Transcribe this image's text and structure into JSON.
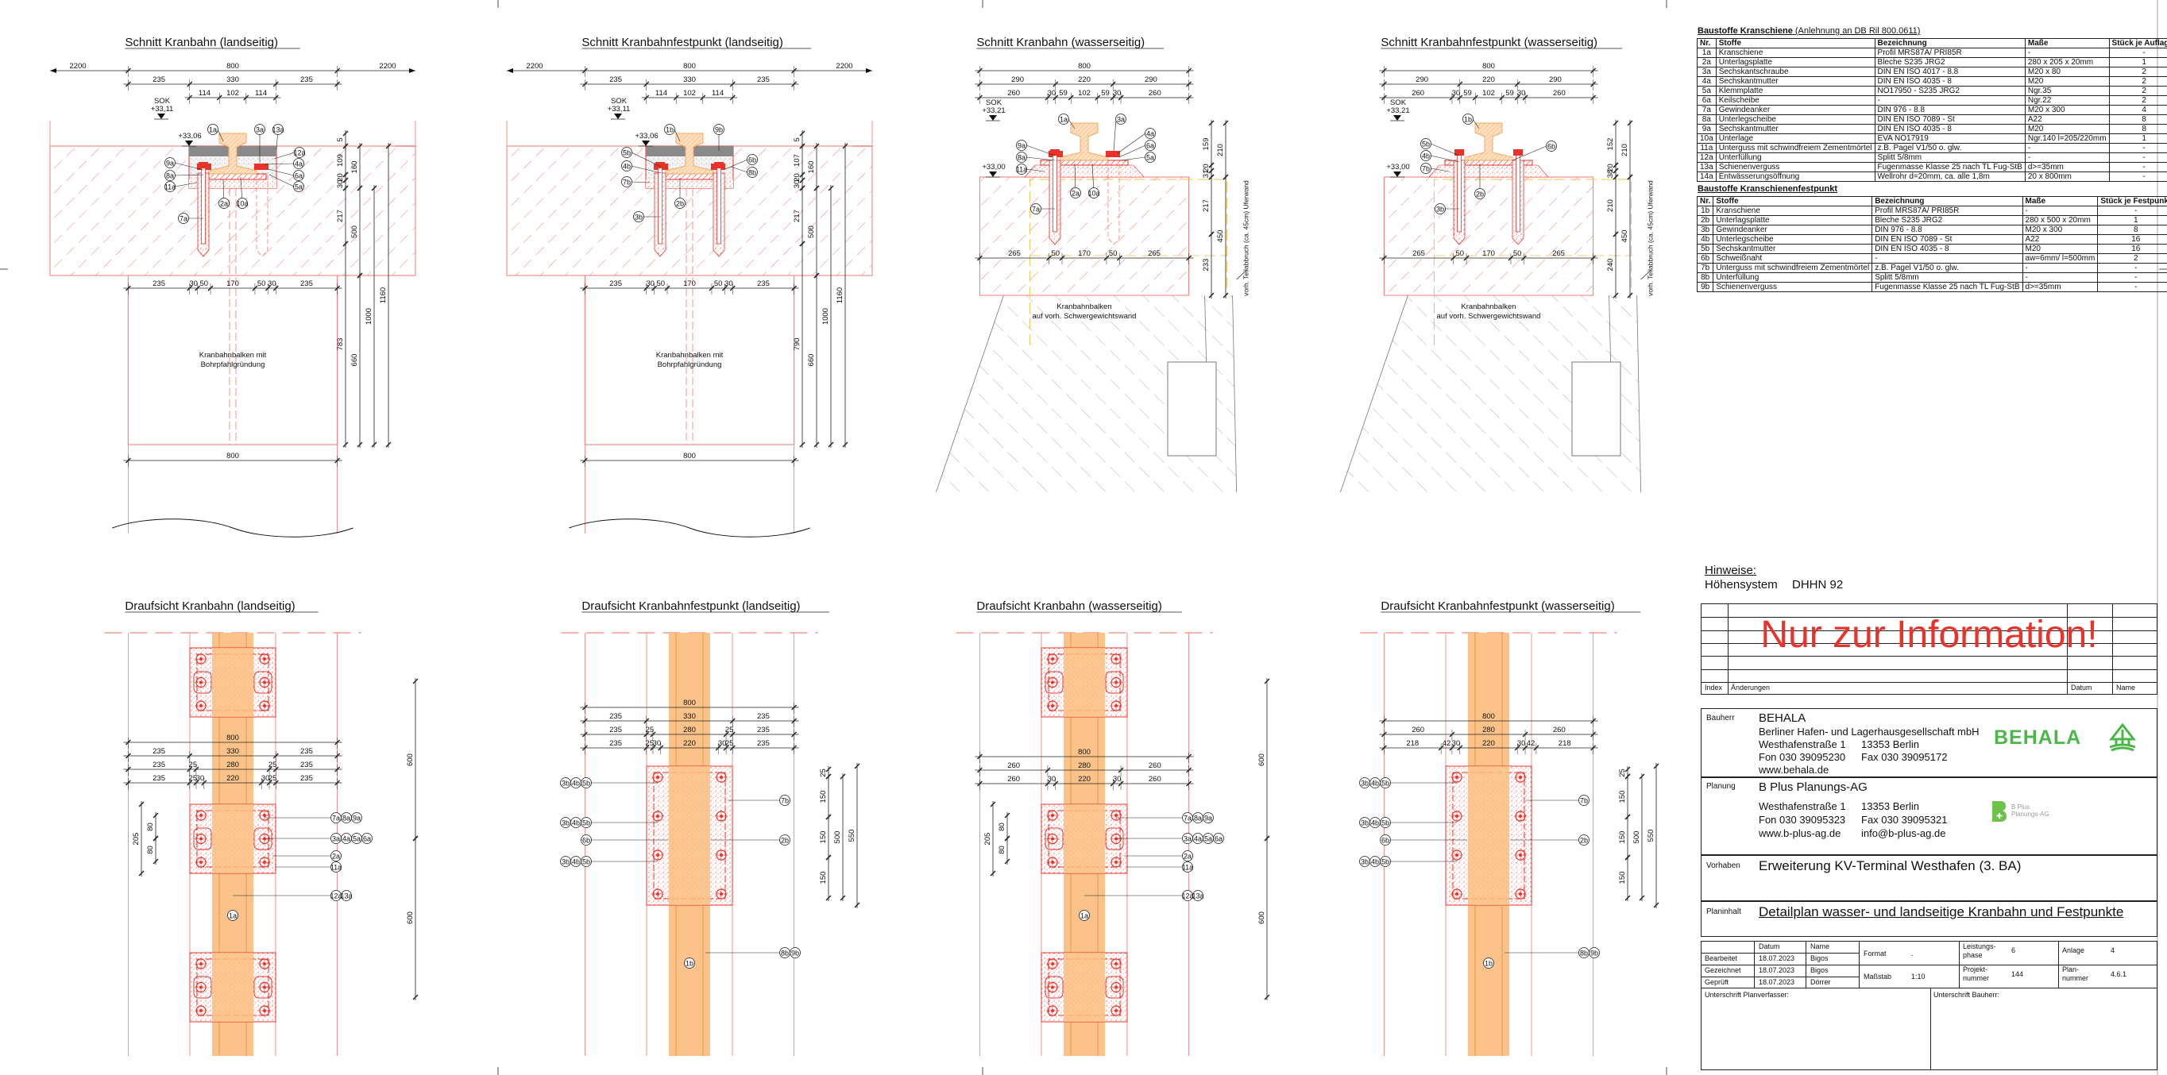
{
  "colors": {
    "red": "#e8322a",
    "rail": "#fbbd7c",
    "green": "#4cb749",
    "line": "#222222",
    "yellow": "#f2c14e"
  },
  "sections": [
    {
      "title": "Schnitt Kranbahn (landseitig)",
      "kind": "land",
      "anchors": "one-dashed",
      "outer_dim": "2200",
      "rows": [
        {
          "offset": 0,
          "segs": [
            800
          ]
        },
        {
          "offset": 0,
          "segs": [
            235,
            330,
            235
          ]
        },
        {
          "offset": 235,
          "segs": [
            114,
            102,
            114
          ]
        }
      ],
      "bottom_row": [
        235,
        30,
        50,
        170,
        50,
        30,
        235
      ],
      "base_dim": "800",
      "sok": [
        "SOK",
        "+33,11"
      ],
      "top_elev": "+33,06",
      "beam_label": [
        "Kranbahnbalken mit",
        "Bohrpfahlgründung"
      ],
      "callouts": [
        "1a",
        "3a",
        "13a",
        "12a",
        "4a",
        "6a",
        "5a",
        "9a",
        "8a",
        "11a",
        "2a",
        "10a",
        "7a"
      ],
      "vdims": [
        "5",
        "109",
        "20",
        "30",
        "217",
        "160",
        "500",
        "783",
        "1000",
        "1160",
        "660"
      ]
    },
    {
      "title": "Schnitt Kranbahnfestpunkt (landseitig)",
      "kind": "land",
      "anchors": "both",
      "outer_dim": "2200",
      "rows": [
        {
          "offset": 0,
          "segs": [
            800
          ]
        },
        {
          "offset": 0,
          "segs": [
            235,
            330,
            235
          ]
        },
        {
          "offset": 235,
          "segs": [
            114,
            102,
            114
          ]
        }
      ],
      "bottom_row": [
        235,
        30,
        50,
        170,
        50,
        30,
        235
      ],
      "base_dim": "800",
      "sok": [
        "SOK",
        "+33,11"
      ],
      "top_elev": "+33,06",
      "beam_label": [
        "Kranbahnbalken mit",
        "Bohrpfahlgründung"
      ],
      "callouts": [
        "1b",
        "9b",
        "6b",
        "8b",
        "5b",
        "4b",
        "7b",
        "2b",
        "3b"
      ],
      "vdims": [
        "5",
        "107",
        "20",
        "30",
        "217",
        "160",
        "500",
        "790",
        "1000",
        "1160",
        "660"
      ]
    },
    {
      "title": "Schnitt Kranbahn (wasserseitig)",
      "kind": "water",
      "anchors": "one-dashed",
      "rows": [
        {
          "offset": 0,
          "segs": [
            800
          ]
        },
        {
          "offset": 0,
          "segs": [
            290,
            220,
            290
          ]
        },
        {
          "offset": 0,
          "segs": [
            260,
            30,
            59,
            102,
            59,
            30,
            260
          ]
        }
      ],
      "bottom_row": [
        265,
        50,
        170,
        50,
        265
      ],
      "sok": [
        "SOK",
        "+33,21"
      ],
      "top_elev": "+33,00",
      "beam_label": [
        "Kranbahnbalken",
        "auf vorh. Schwergewichtswand"
      ],
      "wall_note": "vorh. Teilabbruch (ca. 45cm) Uferwand",
      "callouts": [
        "1a",
        "3a",
        "4a",
        "6a",
        "5a",
        "9a",
        "8a",
        "11a",
        "2a",
        "10a",
        "7a"
      ],
      "vdims": [
        "159",
        "20",
        "31",
        "217",
        "233",
        "210",
        "450"
      ]
    },
    {
      "title": "Schnitt Kranbahnfestpunkt (wasserseitig)",
      "kind": "water",
      "anchors": "both",
      "rows": [
        {
          "offset": 0,
          "segs": [
            800
          ]
        },
        {
          "offset": 0,
          "segs": [
            290,
            220,
            290
          ]
        },
        {
          "offset": 0,
          "segs": [
            260,
            30,
            59,
            102,
            59,
            30,
            260
          ]
        }
      ],
      "bottom_row": [
        265,
        50,
        170,
        50,
        265
      ],
      "sok": [
        "SOK",
        "+33,21"
      ],
      "top_elev": "+33,00",
      "beam_label": [
        "Kranbahnbalken",
        "auf vorh. Schwergewichtswand"
      ],
      "wall_note": "vorh. Teilabbruch (ca. 45cm) Uferwand",
      "callouts": [
        "1b",
        "5b",
        "4b",
        "7b",
        "6b",
        "2b",
        "3b"
      ],
      "vdims": [
        "152",
        "20",
        "38",
        "210",
        "240",
        "210",
        "450"
      ]
    }
  ],
  "plans": [
    {
      "title": "Draufsicht Kranbahn (landseitig)",
      "kind": "support",
      "rows": [
        [
          800
        ],
        [
          235,
          330,
          235
        ],
        [
          235,
          25,
          280,
          25,
          235
        ],
        [
          235,
          25,
          30,
          220,
          30,
          25,
          235
        ]
      ],
      "callouts": [
        [
          "7a",
          "8a",
          "9a"
        ],
        [
          "3a",
          "4a",
          "5a",
          "6a"
        ],
        [
          "2a"
        ],
        [
          "11a"
        ],
        [
          "12a",
          "13a"
        ],
        [
          "1a"
        ]
      ],
      "vdims": [
        "600",
        "600"
      ],
      "plate_dims": [
        "205",
        "80",
        "80"
      ]
    },
    {
      "title": "Draufsicht Kranbahnfestpunkt (landseitig)",
      "kind": "fixed",
      "rows": [
        [
          800
        ],
        [
          235,
          330,
          235
        ],
        [
          235,
          25,
          280,
          25,
          235
        ],
        [
          235,
          25,
          30,
          220,
          30,
          25,
          235
        ]
      ],
      "callouts": [
        [
          "3b",
          "4b",
          "5b"
        ],
        [
          "3b",
          "4b",
          "5b"
        ],
        [
          "6b"
        ],
        [
          "3b",
          "4b",
          "5b"
        ],
        [
          "7b"
        ],
        [
          "2b"
        ],
        [
          "8b",
          "9b"
        ],
        [
          "1b"
        ]
      ],
      "vdims": [
        "25",
        "150",
        "150",
        "150",
        "500",
        "550"
      ]
    },
    {
      "title": "Draufsicht Kranbahn (wasserseitig)",
      "kind": "support",
      "rows": [
        [
          800
        ],
        [
          260,
          280,
          260
        ],
        [
          260,
          30,
          220,
          30,
          260
        ]
      ],
      "callouts": [
        [
          "7a",
          "8a",
          "9a"
        ],
        [
          "3a",
          "4a",
          "5a",
          "6a"
        ],
        [
          "2a"
        ],
        [
          "11a"
        ],
        [
          "12a",
          "13a"
        ],
        [
          "1a"
        ]
      ],
      "vdims": [
        "600",
        "600"
      ],
      "plate_dims": [
        "205",
        "80",
        "80"
      ]
    },
    {
      "title": "Draufsicht Kranbahnfestpunkt (wasserseitig)",
      "kind": "fixed",
      "rows": [
        [
          800
        ],
        [
          260,
          280,
          260
        ],
        [
          218,
          42,
          30,
          220,
          30,
          42,
          218
        ]
      ],
      "callouts": [
        [
          "3b",
          "4b",
          "5b"
        ],
        [
          "3b",
          "4b",
          "5b"
        ],
        [
          "6b"
        ],
        [
          "3b",
          "4b",
          "5b"
        ],
        [
          "7b"
        ],
        [
          "2b"
        ],
        [
          "8b",
          "9b"
        ],
        [
          "1b"
        ]
      ],
      "vdims": [
        "25",
        "150",
        "150",
        "150",
        "500",
        "550"
      ]
    }
  ],
  "table1": {
    "title": "Baustoffe Kranschiene",
    "subtitle": "(Anlehnung an DB Ril 800.0611)",
    "headers": [
      "Nr.",
      "Stoffe",
      "Bezeichnung",
      "Maße",
      "Stück je Auflager"
    ],
    "rows": [
      [
        "1a",
        "Kranschiene",
        "Profil MRS87A/ PRI85R",
        "-",
        "-"
      ],
      [
        "2a",
        "Unterlagsplatte",
        "Bleche S235 JRG2",
        "280 x 205 x 20mm",
        "1"
      ],
      [
        "3a",
        "Sechskantschraube",
        "DIN EN ISO 4017 - 8.8",
        "M20 x 80",
        "2"
      ],
      [
        "4a",
        "Sechskantmutter",
        "DIN EN ISO 4035 - 8",
        "M20",
        "2"
      ],
      [
        "5a",
        "Klemmplatte",
        "NO17950 - S235 JRG2",
        "Ngr.35",
        "2"
      ],
      [
        "6a",
        "Keilscheibe",
        "-",
        "Ngr.22",
        "2"
      ],
      [
        "7a",
        "Gewindeanker",
        "DIN 976 - 8.8",
        "M20 x 300",
        "4"
      ],
      [
        "8a",
        "Unterlegscheibe",
        "DIN EN ISO 7089 - St",
        "A22",
        "8"
      ],
      [
        "9a",
        "Sechskantmutter",
        "DIN EN ISO 4035 - 8",
        "M20",
        "8"
      ],
      [
        "10a",
        "Unterlage",
        "EVA NO17919",
        "Ngr.140 l=205/220mm",
        "1"
      ],
      [
        "11a",
        "Unterguss mit schwindfreiem Zementmörtel",
        "z.B. Pagel V1/50 o. glw.",
        "-",
        "-"
      ],
      [
        "12a",
        "Unterfüllung",
        "Splitt 5/8mm",
        "-",
        "-"
      ],
      [
        "13a",
        "Schienenverguss",
        "Fugenmasse Klasse 25 nach TL Fug-StB",
        "d>=35mm",
        "-"
      ],
      [
        "14a",
        "Entwässerungsöffnung",
        "Wellrohr d=20mm, ca. alle 1,8m",
        "20 x 800mm",
        "-"
      ]
    ]
  },
  "table2": {
    "title": "Baustoffe Kranschienenfestpunkt",
    "headers": [
      "Nr.",
      "Stoffe",
      "Bezeichnung",
      "Maße",
      "Stück je Festpunkt"
    ],
    "rows": [
      [
        "1b",
        "Kranschiene",
        "Profil MRS87A/ PRI85R",
        "-",
        "-"
      ],
      [
        "2b",
        "Unterlagsplatte",
        "Bleche S235 JRG2",
        "280 x 500 x 20mm",
        "1"
      ],
      [
        "3b",
        "Gewindeanker",
        "DIN 976 - 8.8",
        "M20 x 300",
        "8"
      ],
      [
        "4b",
        "Unterlegscheibe",
        "DIN EN ISO 7089 - St",
        "A22",
        "16"
      ],
      [
        "5b",
        "Sechskantmutter",
        "DIN EN ISO 4035 - 8",
        "M20",
        "16"
      ],
      [
        "6b",
        "Schweißnaht",
        "-",
        "aw=6mm/ l=500mm",
        "2"
      ],
      [
        "7b",
        "Unterguss mit schwindfreiem Zementmörtel",
        "z.B. Pagel V1/50 o. glw.",
        "-",
        "-"
      ],
      [
        "8b",
        "Unterfüllung",
        "Splitt 5/8mm",
        "-",
        "-"
      ],
      [
        "9b",
        "Schienenverguss",
        "Fugenmasse Klasse 25 nach TL Fug-StB",
        "d>=35mm",
        "-"
      ]
    ]
  },
  "notes": {
    "heading": "Hinweise:",
    "label": "Höhensystem",
    "value": "DHHN 92"
  },
  "revisions": {
    "stamp": "Nur zur Information!",
    "headers": [
      "Index",
      "Änderungen",
      "Datum",
      "Name"
    ]
  },
  "client": {
    "label": "Bauherr",
    "name": "BEHALA",
    "full": "Berliner Hafen- und Lagerhausgesellschaft mbH",
    "street": "Westhafenstraße 1",
    "city": "13353 Berlin",
    "phone": "Fon  030 39095230",
    "fax": "Fax   030 39095172",
    "web": "www.behala.de",
    "logo_text": "BEHALA"
  },
  "planner": {
    "label": "Planung",
    "name": "B Plus Planungs-AG",
    "street": "Westhafenstraße 1",
    "city": "13353 Berlin",
    "phone": "Fon  030 39095323",
    "fax": "Fax   030 39095321",
    "web": "www.b-plus-ag.de",
    "email": "info@b-plus-ag.de",
    "logo_text": [
      "B Plus",
      "Planungs-AG"
    ]
  },
  "project": {
    "label": "Vorhaben",
    "value": "Erweiterung KV-Terminal Westhafen (3. BA)"
  },
  "content": {
    "label": "Planinhalt",
    "value": "Detailplan wasser- und landseitige Kranbahn und Festpunkte"
  },
  "meta": {
    "col_date": "Datum",
    "col_name": "Name",
    "rows": [
      {
        "role": "Bearbeitet",
        "date": "18.07.2023",
        "name": "Bigos"
      },
      {
        "role": "Gezeichnet",
        "date": "18.07.2023",
        "name": "Bigos"
      },
      {
        "role": "Geprüft",
        "date": "18.07.2023",
        "name": "Dörrer"
      }
    ],
    "format_label": "Format",
    "format_value": ".",
    "scale_label": "Maßstab",
    "scale_value": "1:10",
    "phase_label": [
      "Leistungs-",
      "phase"
    ],
    "phase_value": "6",
    "projno_label": [
      "Projekt-",
      "nummer"
    ],
    "projno_value": "144",
    "annex_label": "Anlage",
    "annex_value": "4",
    "planno_label": [
      "Plan-",
      "nummer"
    ],
    "planno_value": "4.6.1"
  },
  "signatures": {
    "planner": "Unterschrift Planverfasser:",
    "client": "Unterschrift Bauherr:"
  }
}
